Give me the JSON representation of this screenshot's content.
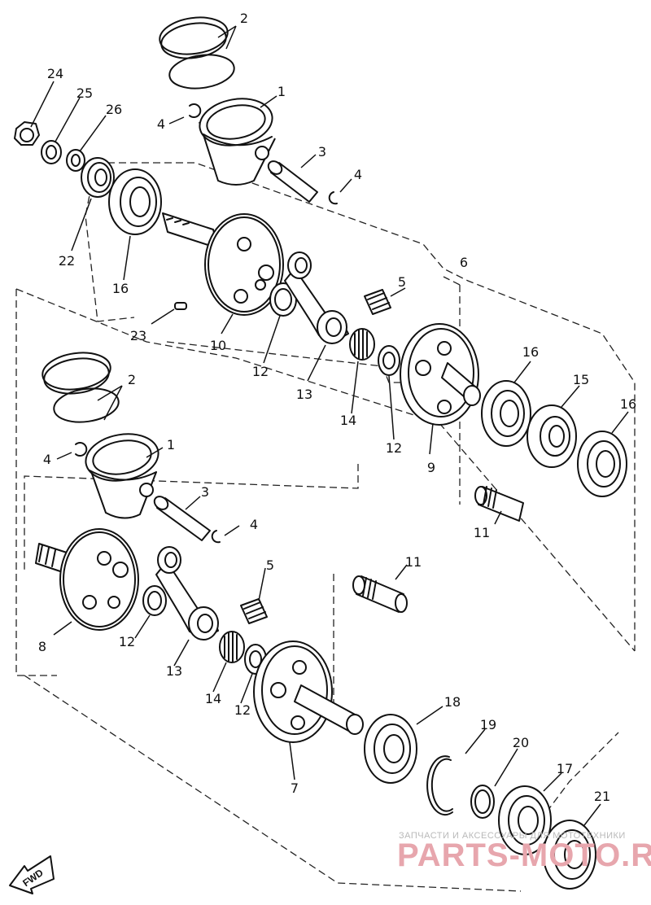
{
  "diagram": {
    "callouts": {
      "c1a": "1",
      "c2a": "2",
      "c3a": "3",
      "c4a": "4",
      "c4b": "4",
      "c5a": "5",
      "c6": "6",
      "c9": "9",
      "c10": "10",
      "c11a": "11",
      "c12a": "12",
      "c12b": "12",
      "c13a": "13",
      "c14a": "14",
      "c15": "15",
      "c16a": "16",
      "c16b": "16",
      "c16c": "16",
      "c22": "22",
      "c23": "23",
      "c24": "24",
      "c25": "25",
      "c26": "26",
      "c1b": "1",
      "c2b": "2",
      "c3b": "3",
      "c4c": "4",
      "c4d": "4",
      "c5b": "5",
      "c7": "7",
      "c8": "8",
      "c11b": "11",
      "c12c": "12",
      "c12d": "12",
      "c13b": "13",
      "c14b": "14",
      "c17": "17",
      "c18": "18",
      "c19": "19",
      "c20": "20",
      "c21": "21"
    },
    "fwd_label": "FWD"
  },
  "watermark": {
    "line1": "ЗАПЧАСТИ И АКСЕССУАРЫ ДЛЯ МОТОТЕХНИКИ",
    "line2": "PARTS-MOTO.RU"
  }
}
